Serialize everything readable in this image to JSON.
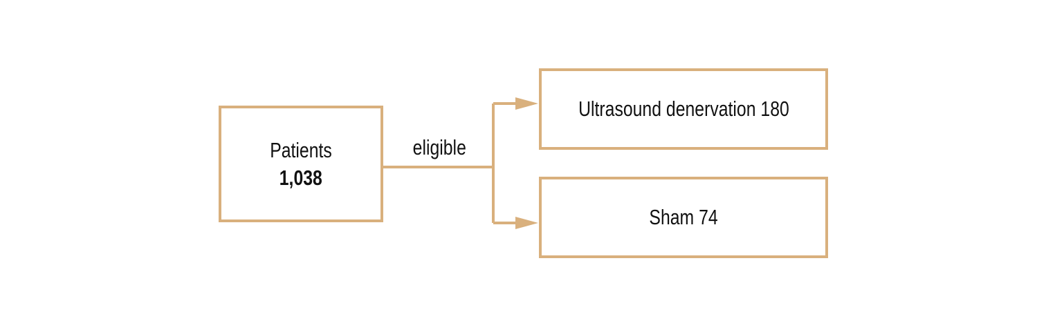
{
  "source": {
    "label": "Patients",
    "count": "1,038"
  },
  "edge_label": "eligible",
  "targets": [
    {
      "label": "Ultrasound denervation 180"
    },
    {
      "label": "Sham 74"
    }
  ],
  "colors": {
    "stroke": "#D9B07D",
    "text": "#111111"
  }
}
